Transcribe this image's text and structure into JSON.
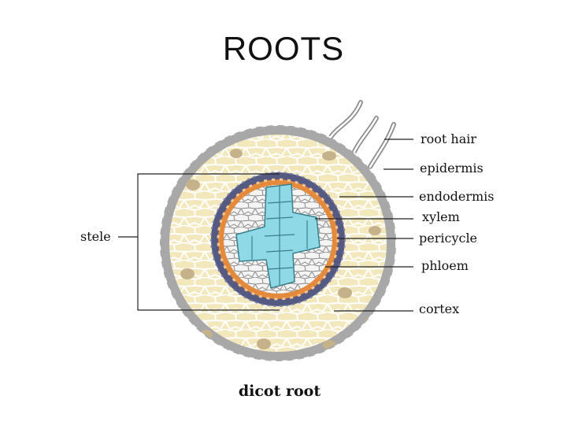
{
  "slide": {
    "title": "ROOTS"
  },
  "diagram": {
    "caption": "dicot root",
    "labels": {
      "root_hair": "root hair",
      "epidermis": "epidermis",
      "endodermis": "endodermis",
      "xylem": "xylem",
      "pericycle": "pericycle",
      "phloem": "phloem",
      "cortex": "cortex",
      "stele": "stele"
    },
    "colors": {
      "epidermis": "#a8a8a8",
      "cortex": "#f3e7bc",
      "cortex_dark": "#c6b28a",
      "endodermis": "#555a82",
      "pericycle": "#e38a3c",
      "xylem": "#8fd8e6",
      "phloem": "#ededed"
    }
  }
}
